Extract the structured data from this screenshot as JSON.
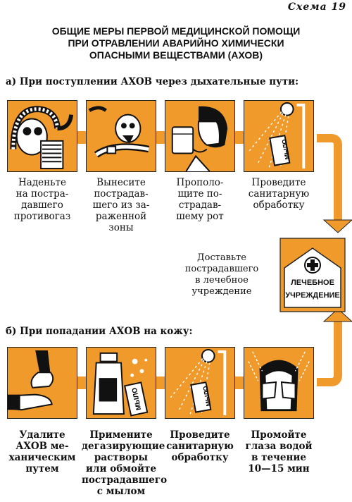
{
  "scheme": "Схема 19",
  "title": [
    "ОБЩИЕ МЕРЫ ПЕРВОЙ МЕДИЦИНСКОЙ ПОМОЩИ",
    "ПРИ ОТРАВЛЕНИИ АВАРИЙНО ХИМИЧЕСКИ",
    "ОПАСНЫМИ ВЕЩЕСТВАМИ (АХОВ)"
  ],
  "section_a": "а) При поступлении АХОВ через дыхательные пути:",
  "section_b": "б) При попадании АХОВ на кожу:",
  "steps_a": [
    [
      "Наденьте",
      "на постра-",
      "давшего",
      "противогаз"
    ],
    [
      "Вынесите",
      "пострадав-",
      "шего из за-",
      "раженной",
      "зоны"
    ],
    [
      "Прополо-",
      "щите по-",
      "страдав-",
      "шему рот"
    ],
    [
      "Проведите",
      "санитарную",
      "обработку"
    ]
  ],
  "deliver": [
    "Доставьте",
    "пострадавшего",
    "в лечебное",
    "учреждение"
  ],
  "facility": [
    "ЛЕЧЕБНОЕ",
    "УЧРЕЖДЕНИЕ"
  ],
  "soap": "МЫЛО",
  "steps_b": [
    [
      "Удалите",
      "АХОВ ме-",
      "ханическим",
      "путем"
    ],
    [
      "Примените",
      "дегазирующие",
      "растворы",
      "или обмойте",
      "пострадавшего",
      "с мылом"
    ],
    [
      "Проведите",
      "санитарную",
      "обработку"
    ],
    [
      "Промойте",
      "глаза водой",
      "в течение",
      "10—15 мин"
    ]
  ],
  "colors": {
    "panel": "#ef9a2a",
    "flow": "#ef9a2a",
    "ink": "#111111"
  }
}
